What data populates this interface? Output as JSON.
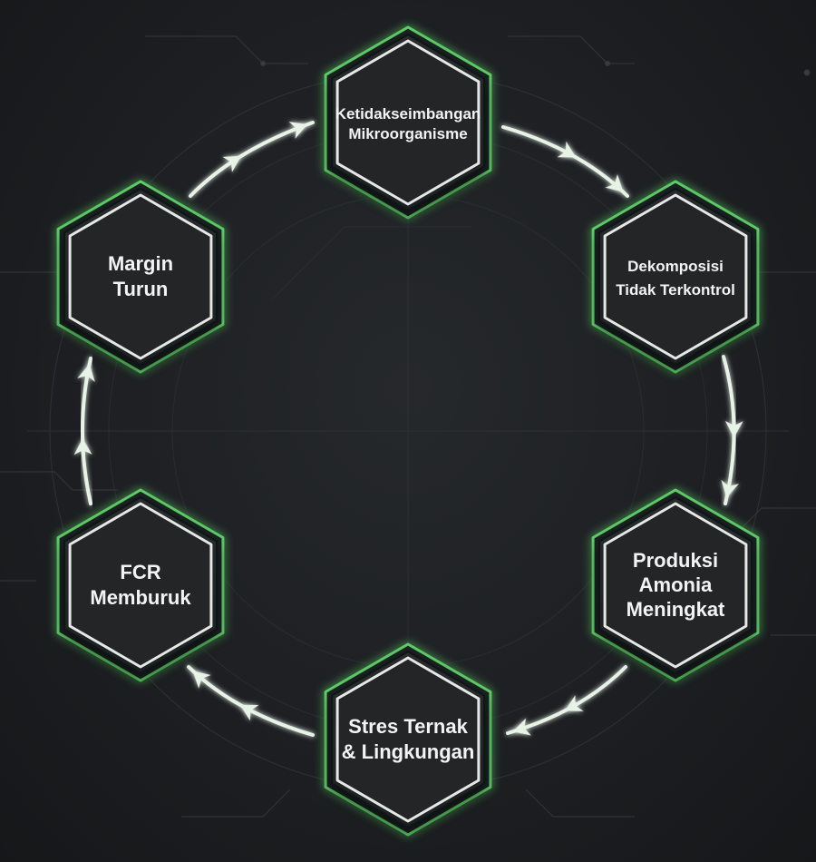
{
  "diagram": {
    "type": "cycle",
    "nodes": [
      {
        "id": "n1",
        "lines": [
          "Ketidakseimbangan",
          "Mikroorganisme"
        ]
      },
      {
        "id": "n2",
        "lines": [
          "Dekomposisi",
          "Tidak Terkontrol"
        ]
      },
      {
        "id": "n3",
        "lines": [
          "Produksi",
          "Amonia",
          "Meningkat"
        ]
      },
      {
        "id": "n4",
        "lines": [
          "Stres Ternak",
          "& Lingkungan"
        ]
      },
      {
        "id": "n5",
        "lines": [
          "FCR",
          "Memburuk"
        ]
      },
      {
        "id": "n6",
        "lines": [
          "Margin",
          "Turun"
        ]
      }
    ],
    "edges": [
      {
        "from": "n1",
        "to": "n2"
      },
      {
        "from": "n2",
        "to": "n3"
      },
      {
        "from": "n3",
        "to": "n4"
      },
      {
        "from": "n4",
        "to": "n5"
      },
      {
        "from": "n5",
        "to": "n6"
      },
      {
        "from": "n6",
        "to": "n1"
      }
    ]
  },
  "colors": {
    "background": "#1d1f22",
    "node_fill": "#232527",
    "node_inner_border": "#e6e8e6",
    "node_glow": "#5fd16a",
    "arrow": "#e8f3e8",
    "text": "#f2f4f3",
    "circuit_lines": "#3a3d40"
  }
}
